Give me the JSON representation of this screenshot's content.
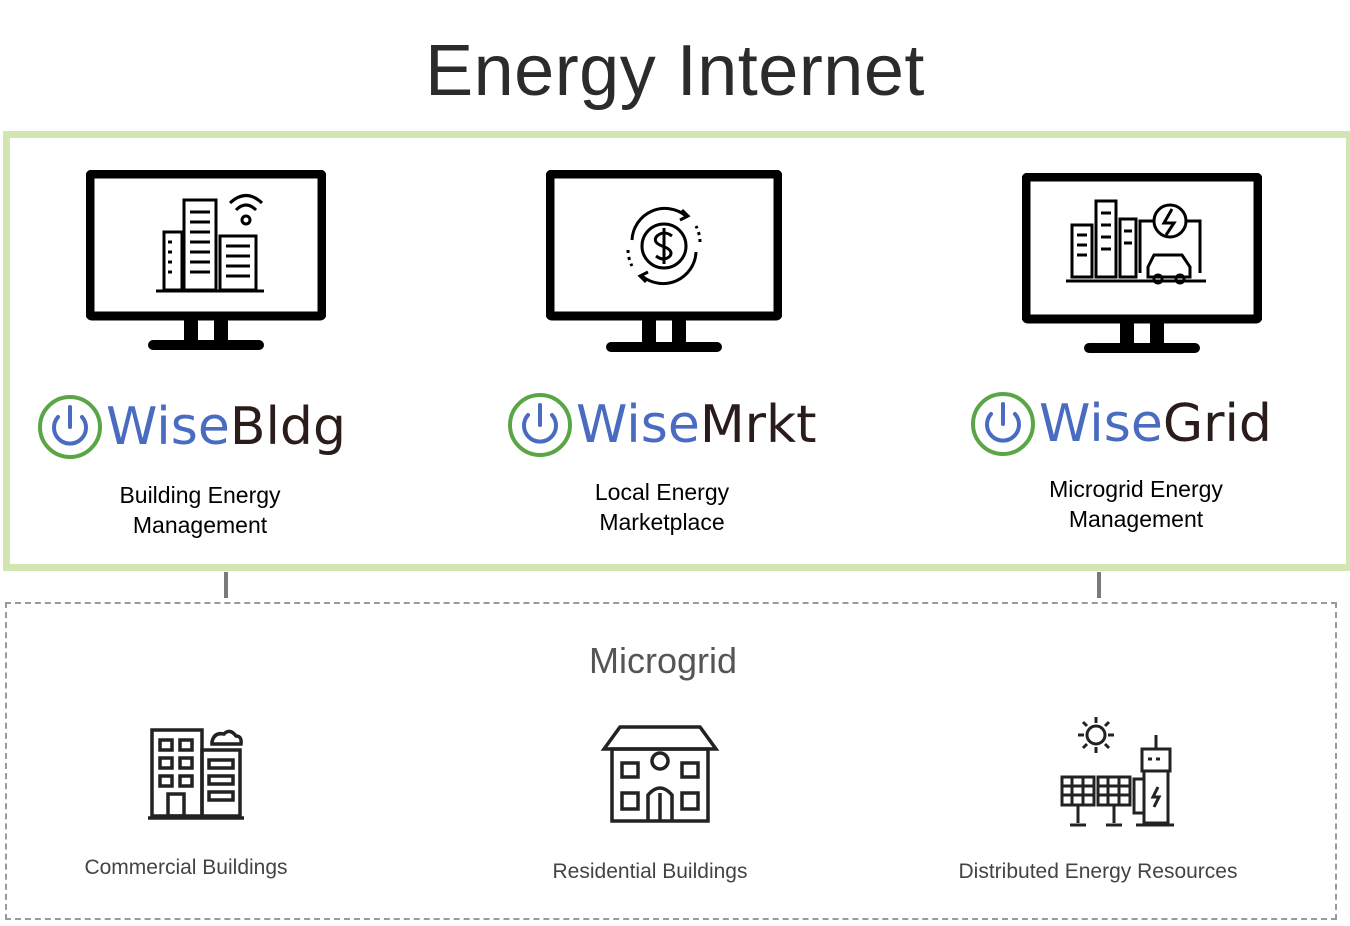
{
  "title": "Energy Internet",
  "products": [
    {
      "brand_prefix": "Wise",
      "brand_suffix": "Bldg",
      "caption_line1": "Building Energy",
      "caption_line2": "Management",
      "screen_icon": "smart-building-wifi-icon"
    },
    {
      "brand_prefix": "Wise",
      "brand_suffix": "Mrkt",
      "caption_line1": "Local Energy",
      "caption_line2": "Marketplace",
      "screen_icon": "dollar-cycle-icon"
    },
    {
      "brand_prefix": "Wise",
      "brand_suffix": "Grid",
      "caption_line1": "Microgrid Energy",
      "caption_line2": "Management",
      "screen_icon": "city-grid-ev-icon"
    }
  ],
  "microgrid": {
    "title": "Microgrid",
    "items": [
      {
        "label": "Commercial Buildings",
        "icon": "office-building-icon"
      },
      {
        "label": "Residential Buildings",
        "icon": "house-icon"
      },
      {
        "label": "Distributed Energy Resources",
        "icon": "solar-ev-charger-icon"
      }
    ]
  },
  "colors": {
    "green_border": "#d1e6b0",
    "brand_blue": "#4a6cc0",
    "brand_dark": "#2a1c1a",
    "power_ring_green": "#5aa646",
    "dashed_border": "#9a9a9a"
  }
}
